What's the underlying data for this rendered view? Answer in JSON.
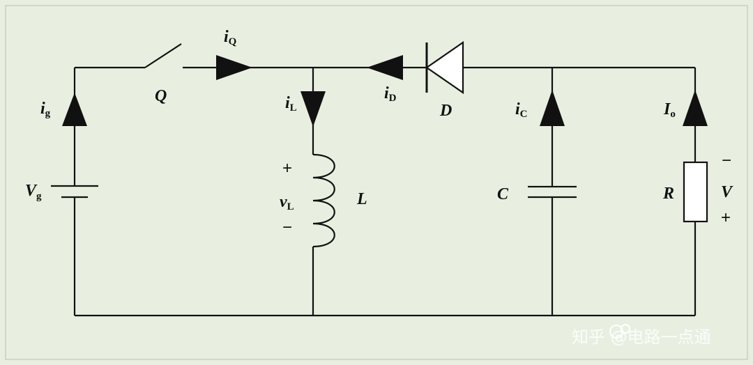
{
  "colors": {
    "background": "#e8efe1",
    "border": "#c7cfc0",
    "ink": "#111111",
    "diode_fill": "#ffffff",
    "resistor_fill": "#ffffff"
  },
  "labels": {
    "switch": "Q",
    "switch_current": {
      "main": "i",
      "sub": "Q"
    },
    "inductor_current": {
      "main": "i",
      "sub": "L"
    },
    "diode_current": {
      "main": "i",
      "sub": "D"
    },
    "diode": "D",
    "capacitor_current": {
      "main": "i",
      "sub": "C"
    },
    "output_current": {
      "main": "I",
      "sub": "o"
    },
    "source_current": {
      "main": "i",
      "sub": "g"
    },
    "source_voltage": {
      "main": "V",
      "sub": "g"
    },
    "inductor_voltage": {
      "main": "v",
      "sub": "L"
    },
    "inductor": "L",
    "capacitor": "C",
    "resistor": "R",
    "output_voltage": "V",
    "inductor_plus": "+",
    "inductor_minus": "−",
    "output_minus": "−",
    "output_plus": "+"
  },
  "watermark": {
    "text": "知乎 @电路一点通"
  },
  "icons": {
    "watermark_logo": "zhihu-logo-icon"
  }
}
